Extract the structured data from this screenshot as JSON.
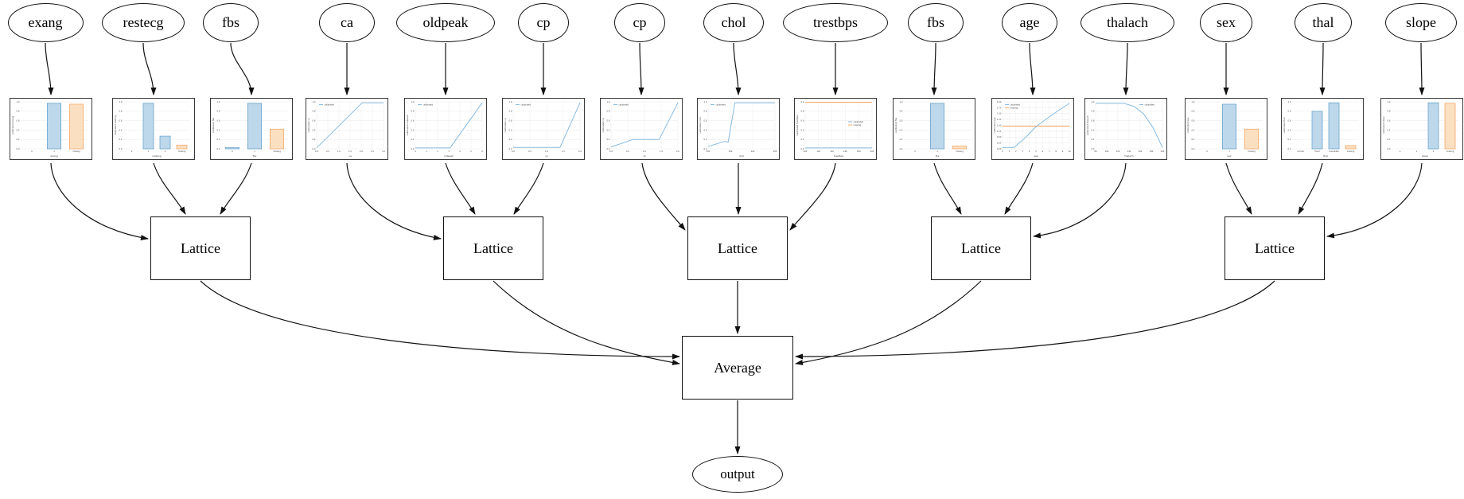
{
  "diagram": {
    "type": "lattice-ensemble-model-graph",
    "node_labels": {
      "lattice": "Lattice",
      "average": "Average",
      "output": "output"
    },
    "legend_labels": {
      "calibrated": "calibrated",
      "missing": "missing"
    },
    "colors": {
      "bar_blue_fill": "#bdd7eb",
      "bar_blue_edge": "#5d9dc8",
      "bar_orange_fill": "#fbdfc1",
      "bar_orange_edge": "#f0a35e",
      "line_blue": "#88badf",
      "line_orange": "#f8a75e",
      "grid": "#e9e9e9",
      "axis_text": "#444444",
      "edge_stroke": "#111111"
    },
    "groups": [
      [
        0,
        1,
        2
      ],
      [
        3,
        4,
        5
      ],
      [
        6,
        7,
        8
      ],
      [
        9,
        10,
        11
      ],
      [
        12,
        13,
        14
      ]
    ],
    "features": [
      {
        "label": "exang",
        "lattice": 1,
        "calibrator": {
          "type": "bar",
          "xlabel": "exang",
          "ylabel": "calibrated exang",
          "yticks": [
            "0.0",
            "0.2",
            "0.4",
            "0.6",
            "0.8",
            "1.0"
          ],
          "categories": [
            "0",
            "1",
            "missing"
          ],
          "values": [
            0,
            0.97,
            0.95
          ],
          "colors": [
            "blue",
            "blue",
            "orange"
          ]
        }
      },
      {
        "label": "restecg",
        "lattice": 1,
        "calibrator": {
          "type": "bar",
          "xlabel": "restecg",
          "ylabel": "calibrated restecg",
          "yticks": [
            "0.0",
            "0.2",
            "0.4",
            "0.6",
            "0.8",
            "1.0"
          ],
          "categories": [
            "0",
            "1",
            "2",
            "missing"
          ],
          "values": [
            0,
            0.97,
            0.27,
            0.08
          ],
          "colors": [
            "blue",
            "blue",
            "blue",
            "orange"
          ]
        }
      },
      {
        "label": "fbs",
        "lattice": 1,
        "calibrator": {
          "type": "bar",
          "xlabel": "fbs",
          "ylabel": "calibrated fbs",
          "yticks": [
            "0.0",
            "0.2",
            "0.4",
            "0.6",
            "0.8",
            "1.0"
          ],
          "categories": [
            "0",
            "1",
            "missing"
          ],
          "values": [
            0.025,
            0.97,
            0.42
          ],
          "colors": [
            "blue",
            "blue",
            "orange"
          ]
        }
      },
      {
        "label": "ca",
        "lattice": 2,
        "calibrator": {
          "type": "line",
          "xlabel": "ca",
          "ylabel": "calibrated ca",
          "yticks": [
            "0.0",
            "0.2",
            "0.4",
            "0.6",
            "0.8",
            "1.0"
          ],
          "xticks": [
            "0.0",
            "0.5",
            "1.0",
            "1.5",
            "2.0",
            "2.5",
            "3.0"
          ],
          "points": [
            [
              0,
              0.02
            ],
            [
              0.68,
              0.98
            ],
            [
              1,
              0.98
            ]
          ],
          "legend": {
            "pos": "tl",
            "items": [
              {
                "color": "blue",
                "label": "calibrated"
              }
            ]
          }
        }
      },
      {
        "label": "oldpeak",
        "lattice": 2,
        "calibrator": {
          "type": "line",
          "xlabel": "oldpeak",
          "ylabel": "calibrated oldpeak",
          "yticks": [
            "0.0",
            "0.2",
            "0.4",
            "0.6",
            "0.8",
            "1.0"
          ],
          "xticks": [
            "0",
            "1",
            "2",
            "3",
            "4",
            "5",
            "6"
          ],
          "points": [
            [
              0,
              0.02
            ],
            [
              0.52,
              0.02
            ],
            [
              1,
              0.98
            ]
          ],
          "legend": {
            "pos": "tl",
            "items": [
              {
                "color": "blue",
                "label": "calibrated"
              }
            ]
          }
        }
      },
      {
        "label": "cp",
        "lattice": 2,
        "calibrator": {
          "type": "line",
          "xlabel": "cp",
          "ylabel": "calibrated cp",
          "yticks": [
            "0.0",
            "0.2",
            "0.4",
            "0.6",
            "0.8",
            "1.0"
          ],
          "xticks": [
            "0.0",
            "0.5",
            "1.0",
            "1.5",
            "2.0"
          ],
          "points": [
            [
              0,
              0.03
            ],
            [
              0.7,
              0.03
            ],
            [
              1,
              0.98
            ]
          ],
          "legend": {
            "pos": "tl",
            "items": [
              {
                "color": "blue",
                "label": "calibrated"
              }
            ]
          }
        }
      },
      {
        "label": "cp",
        "lattice": 3,
        "calibrator": {
          "type": "line",
          "xlabel": "cp",
          "ylabel": "calibrated cp",
          "yticks": [
            "0.0",
            "0.2",
            "0.4",
            "0.6",
            "0.8",
            "1.0"
          ],
          "xticks": [
            "0.0",
            "0.5",
            "1.0",
            "1.5",
            "2.0"
          ],
          "points": [
            [
              0,
              0.04
            ],
            [
              0.33,
              0.2
            ],
            [
              0.72,
              0.2
            ],
            [
              1,
              0.98
            ]
          ],
          "legend": {
            "pos": "tl",
            "items": [
              {
                "color": "blue",
                "label": "calibrated"
              }
            ]
          }
        }
      },
      {
        "label": "chol",
        "lattice": 3,
        "calibrator": {
          "type": "line",
          "xlabel": "chol",
          "ylabel": "calibrated chol",
          "yticks": [
            "0.0",
            "0.2",
            "0.4",
            "0.6",
            "0.8",
            "1.0"
          ],
          "xticks": [
            "200",
            "300",
            "400",
            "500"
          ],
          "points": [
            [
              0,
              0.05
            ],
            [
              0.25,
              0.16
            ],
            [
              0.3,
              0.14
            ],
            [
              0.4,
              0.98
            ],
            [
              1,
              0.98
            ]
          ],
          "legend": {
            "pos": "tl",
            "items": [
              {
                "color": "blue",
                "label": "calibrated"
              }
            ]
          }
        }
      },
      {
        "label": "trestbps",
        "lattice": 3,
        "calibrator": {
          "type": "hlines",
          "xlabel": "trestbps",
          "ylabel": "calibrated trestbps",
          "yticks": [
            "0.0",
            "0.2",
            "0.4",
            "0.6",
            "0.8",
            "1.0"
          ],
          "xticks": [
            "100",
            "120",
            "140",
            "160",
            "180",
            "200"
          ],
          "lines": [
            {
              "color": "blue",
              "y": 0.02
            },
            {
              "color": "orange",
              "y": 0.99
            }
          ],
          "legend": {
            "pos": "mr",
            "items": [
              {
                "color": "blue",
                "label": "calibrated"
              },
              {
                "color": "orange",
                "label": "missing"
              }
            ]
          }
        }
      },
      {
        "label": "fbs",
        "lattice": 4,
        "calibrator": {
          "type": "bar",
          "xlabel": "fbs",
          "ylabel": "calibrated fbs",
          "yticks": [
            "0.0",
            "0.2",
            "0.4",
            "0.6",
            "0.8",
            "1.0"
          ],
          "categories": [
            "0",
            "1",
            "missing"
          ],
          "values": [
            0,
            0.97,
            0.06
          ],
          "colors": [
            "blue",
            "blue",
            "orange"
          ]
        }
      },
      {
        "label": "age",
        "lattice": 4,
        "calibrator": {
          "type": "line",
          "xlabel": "age",
          "ylabel": "calibrated age",
          "yticks": [
            "0.00",
            "0.25",
            "0.50",
            "0.75",
            "1.00",
            "1.25",
            "1.50",
            "1.75",
            "2.00"
          ],
          "xticks": [
            "0",
            "1",
            "2",
            "3",
            "4",
            "5",
            "6",
            "7",
            "8",
            "9",
            "10"
          ],
          "points": [
            [
              0,
              0.03
            ],
            [
              0.17,
              0.03
            ],
            [
              0.33,
              0.22
            ],
            [
              0.5,
              0.47
            ],
            [
              0.62,
              0.6
            ],
            [
              0.8,
              0.78
            ],
            [
              1,
              0.97
            ]
          ],
          "hline": {
            "color": "orange",
            "y": 0.48
          },
          "legend": {
            "pos": "tl",
            "items": [
              {
                "color": "blue",
                "label": "calibrated"
              },
              {
                "color": "orange",
                "label": "missing"
              }
            ]
          }
        }
      },
      {
        "label": "thalach",
        "lattice": 4,
        "calibrator": {
          "type": "line",
          "xlabel": "thalach",
          "ylabel": "calibrated thalach",
          "yticks": [
            "0.0",
            "0.2",
            "0.4",
            "0.6",
            "0.8",
            "1.0"
          ],
          "xticks": [
            "80",
            "100",
            "120",
            "140",
            "160",
            "180",
            "200"
          ],
          "points": [
            [
              0,
              0.97
            ],
            [
              0.42,
              0.97
            ],
            [
              0.58,
              0.9
            ],
            [
              0.72,
              0.74
            ],
            [
              0.86,
              0.45
            ],
            [
              1,
              0.03
            ]
          ],
          "legend": {
            "pos": "tr",
            "items": [
              {
                "color": "blue",
                "label": "calibrated"
              }
            ]
          }
        }
      },
      {
        "label": "sex",
        "lattice": 5,
        "calibrator": {
          "type": "bar",
          "xlabel": "sex",
          "ylabel": "calibrated sex",
          "yticks": [
            "0.0",
            "0.2",
            "0.4",
            "0.6",
            "0.8",
            "1.0"
          ],
          "categories": [
            "0",
            "1",
            "missing"
          ],
          "values": [
            0,
            0.95,
            0.42
          ],
          "colors": [
            "blue",
            "blue",
            "orange"
          ]
        }
      },
      {
        "label": "thal",
        "lattice": 5,
        "calibrator": {
          "type": "bar",
          "xlabel": "thal",
          "ylabel": "calibrated thal",
          "yticks": [
            "0.0",
            "0.2",
            "0.4",
            "0.6",
            "0.8",
            "1.0"
          ],
          "categories": [
            "normal",
            "fixed",
            "reversible",
            "missing"
          ],
          "values": [
            0,
            0.8,
            0.98,
            0.07
          ],
          "colors": [
            "blue",
            "blue",
            "blue",
            "orange"
          ]
        }
      },
      {
        "label": "slope",
        "lattice": 5,
        "calibrator": {
          "type": "bar",
          "xlabel": "slope",
          "ylabel": "calibrated slope",
          "yticks": [
            "0.0",
            "0.2",
            "0.4",
            "0.6",
            "0.8",
            "1.0"
          ],
          "categories": [
            "0",
            "1",
            "2",
            "missing"
          ],
          "values": [
            0,
            0,
            0.98,
            0.97
          ],
          "colors": [
            "blue",
            "blue",
            "blue",
            "orange"
          ]
        }
      }
    ]
  }
}
